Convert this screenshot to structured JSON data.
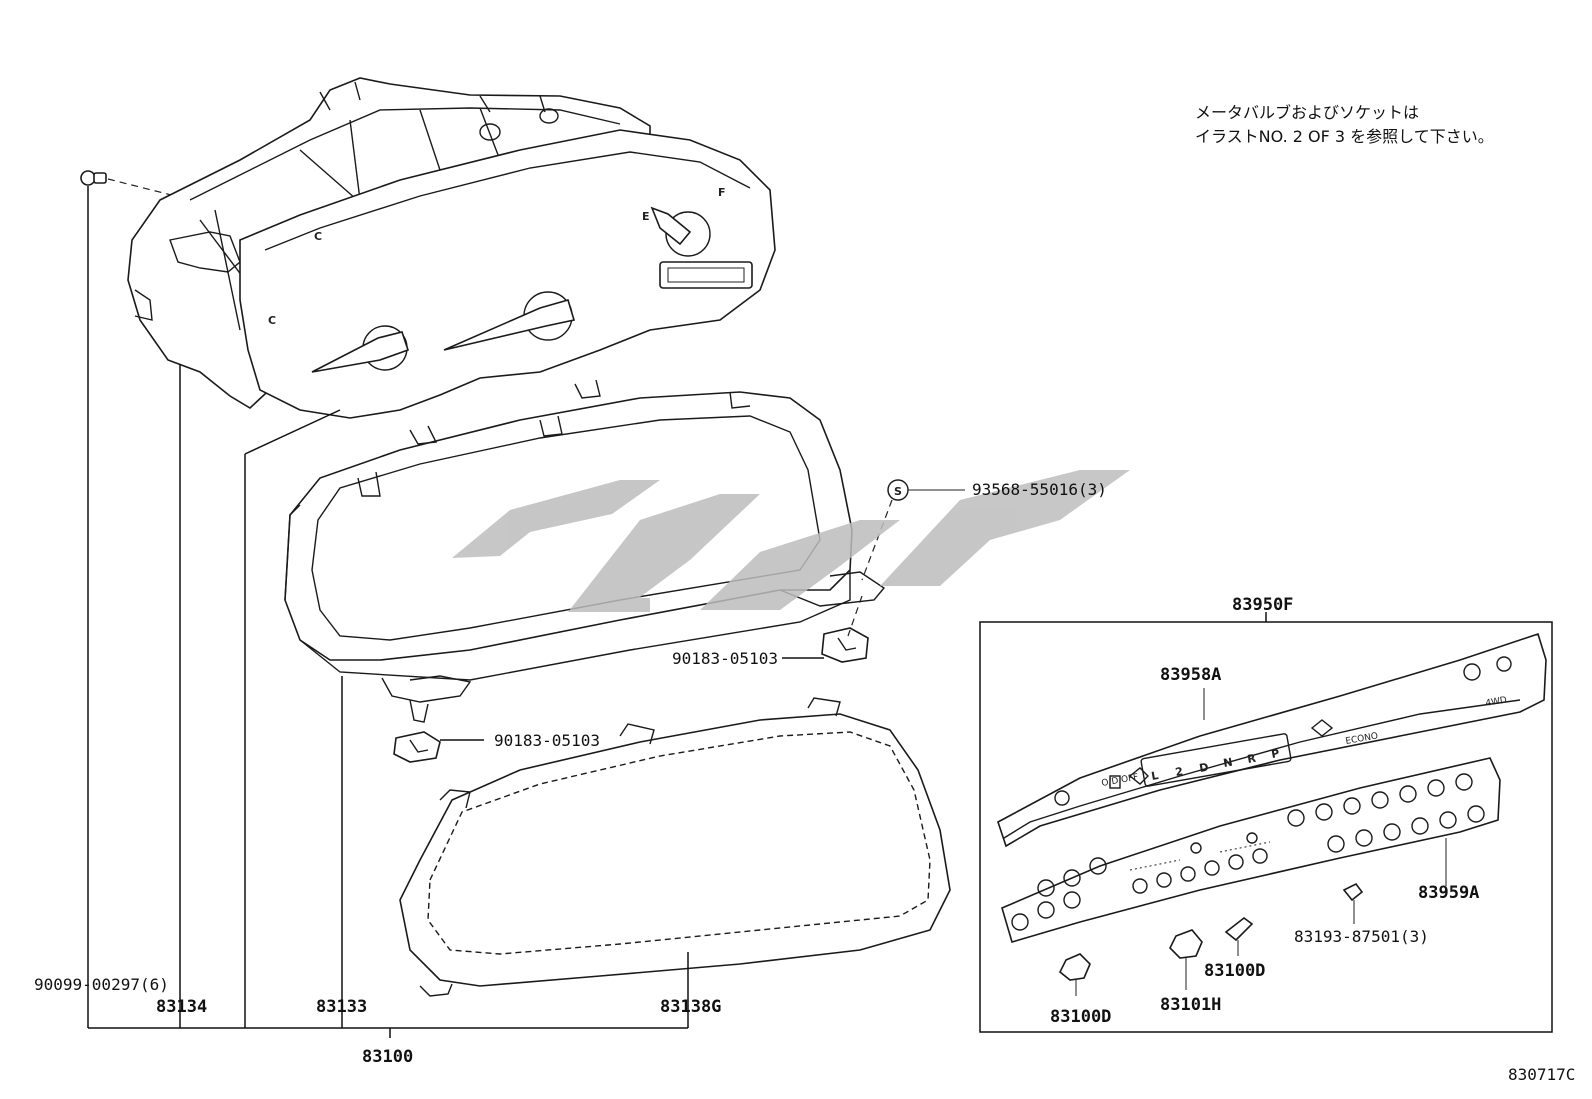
{
  "note": {
    "line1": "メータバルブおよびソケットは",
    "line2": "イラストNO. 2 OF 3 を参照して下さい。"
  },
  "labels": {
    "screw_90099": "90099-00297(6)",
    "p83134": "83134",
    "p83133": "83133",
    "p83138G": "83138G",
    "p83100": "83100",
    "screw_93568": "93568-55016(3)",
    "s_symbol": "S",
    "clip_90183_a": "90183-05103",
    "clip_90183_b": "90183-05103",
    "p83950F": "83950F",
    "p83958A": "83958A",
    "p83959A": "83959A",
    "screw_83193": "83193-87501(3)",
    "p83100D_a": "83100D",
    "p83100D_b": "83100D",
    "p83101H": "83101H",
    "code": "830717C"
  },
  "gauge_marks": {
    "fuel_e": "E",
    "fuel_f": "F",
    "temp_c": "C",
    "temp_h": "C"
  },
  "indicator_panel": {
    "gear_letters": [
      "L",
      "2",
      "D",
      "N",
      "R",
      "P"
    ],
    "od_off": "O/D OFF",
    "econ": "ECONO",
    "awd": "4WD"
  },
  "colors": {
    "line": "#111111",
    "watermark": "#bdbdbd"
  }
}
